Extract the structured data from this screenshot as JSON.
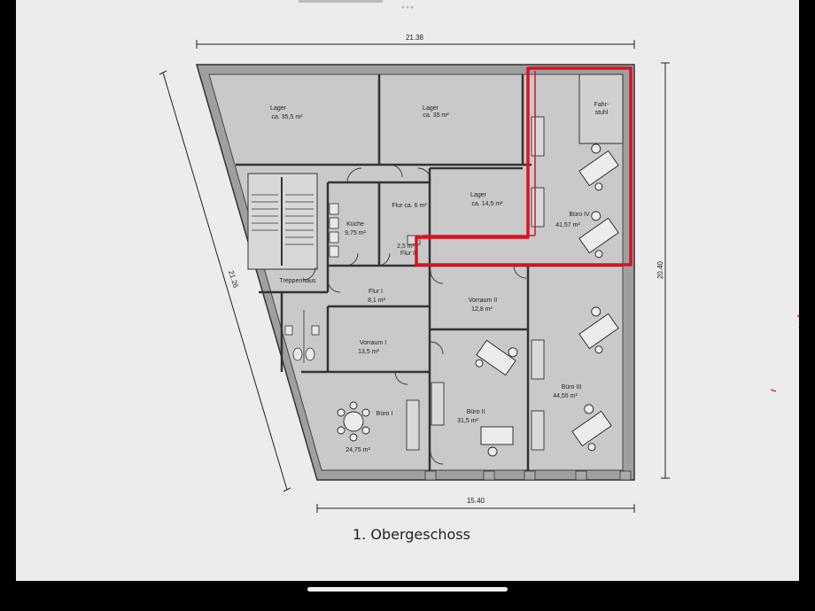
{
  "plan": {
    "caption": "1. Obergeschoss",
    "dimensions": {
      "top": "21.38",
      "left": "21.26",
      "right": "20.40",
      "bottom": "15.40"
    },
    "rooms": {
      "lager_1": {
        "name": "Lager",
        "area": "ca. 35,5 m²"
      },
      "lager_2": {
        "name": "Lager",
        "area": "ca. 35 m²"
      },
      "lager_3": {
        "name": "Lager",
        "area": "ca. 14,5 m²"
      },
      "fahrstuhl": {
        "line1": "Fahr-",
        "line2": "stuhl"
      },
      "kueche": {
        "name": "Küche",
        "area": "9,75 m²"
      },
      "flur_top": {
        "name": "Flur ca. 6 m²"
      },
      "flur_ii": {
        "area": "2,5 m²",
        "name": "Flur II"
      },
      "treppenhaus": {
        "name": "Treppenhaus"
      },
      "flur_i": {
        "name": "Flur I",
        "area": "8,1 m²"
      },
      "vorraum_ii": {
        "name": "Vorraum II",
        "area": "12,8 m²"
      },
      "vorraum_i": {
        "name": "Vorraum I",
        "area": "13,5 m²"
      },
      "buero_i": {
        "name": "Büro I",
        "area": "24,75 m²"
      },
      "buero_ii": {
        "name": "Büro II",
        "area": "31,5 m²"
      },
      "buero_iii": {
        "name": "Büro III",
        "area": "44,55 m²"
      },
      "buero_iv": {
        "name": "Büro IV",
        "area": "41,57 m²"
      }
    },
    "highlight_color": "#e0101e"
  }
}
